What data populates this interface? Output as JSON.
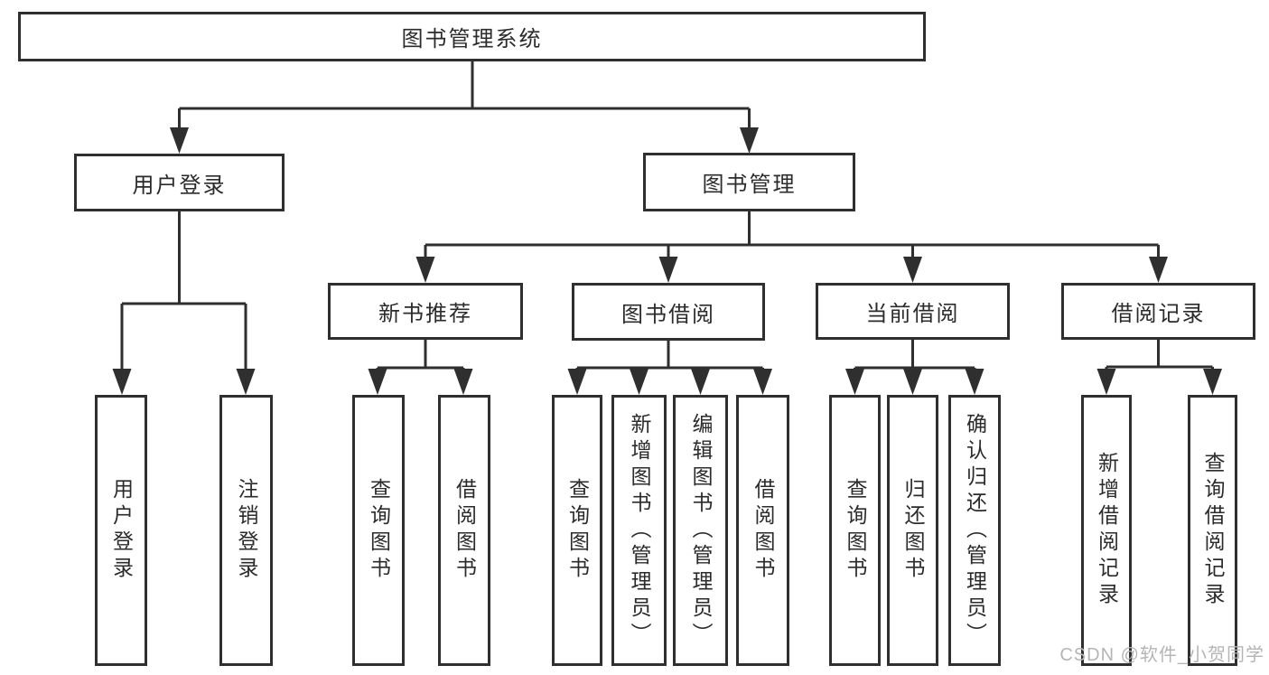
{
  "diagram": {
    "root": {
      "label": "图书管理系统"
    },
    "user_login": {
      "label": "用户登录",
      "children": {
        "login": {
          "label": "用户登录"
        },
        "logout": {
          "label": "注销登录"
        }
      }
    },
    "book_management": {
      "label": "图书管理",
      "modules": {
        "new_book_recommend": {
          "label": "新书推荐",
          "children": {
            "query_books": {
              "label": "查询图书"
            },
            "borrow_books": {
              "label": "借阅图书"
            }
          }
        },
        "book_borrowing": {
          "label": "图书借阅",
          "children": {
            "query_books": {
              "label": "查询图书"
            },
            "add_books": {
              "label": "新增图书（管理员）"
            },
            "edit_books": {
              "label": "编辑图书（管理员）"
            },
            "borrow_books": {
              "label": "借阅图书"
            }
          }
        },
        "current_borrowing": {
          "label": "当前借阅",
          "children": {
            "query_books": {
              "label": "查询图书"
            },
            "return_books": {
              "label": "归还图书"
            },
            "confirm_return": {
              "label": "确认归还（管理员）"
            }
          }
        },
        "borrowing_records": {
          "label": "借阅记录",
          "children": {
            "add_record": {
              "label": "新增借阅记录"
            },
            "query_record": {
              "label": "查询借阅记录"
            }
          }
        }
      }
    }
  },
  "watermark": {
    "text": "CSDN @软件_小贺同学"
  },
  "colors": {
    "line": "#2f2f2f",
    "text": "#2b2b2b",
    "watermark_gray": "#b5b5b5",
    "background": "#ffffff"
  }
}
